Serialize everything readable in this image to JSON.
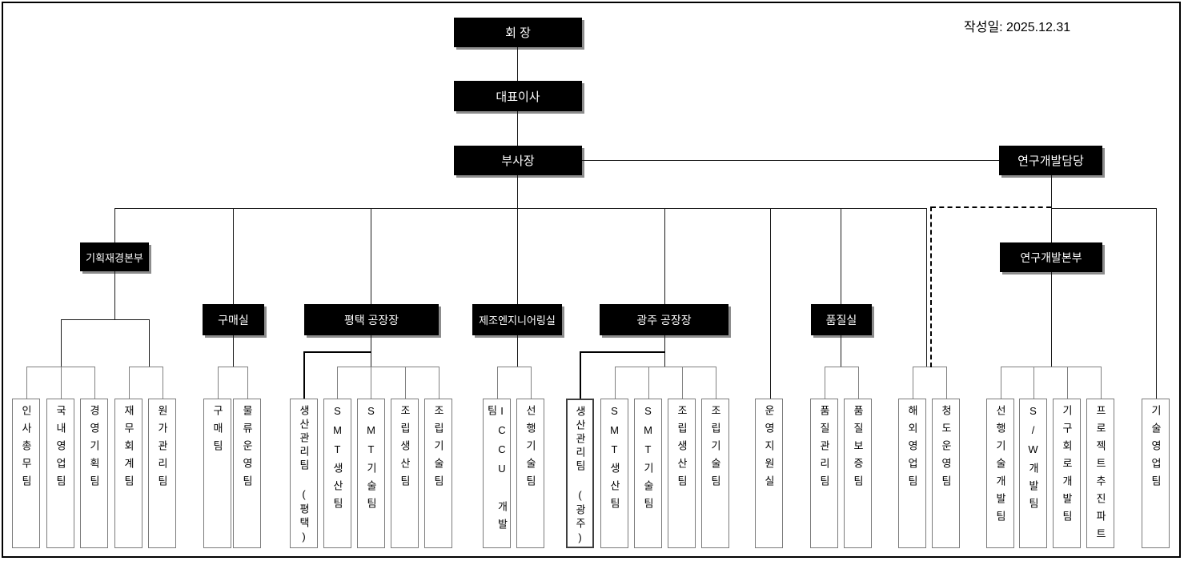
{
  "meta": {
    "date": "작성일: 2025.12.31"
  },
  "executives": {
    "chairman": "회 장",
    "ceo": "대표이사",
    "vp": "부사장",
    "rnd_director": "연구개발담당"
  },
  "departments": [
    {
      "label": "기획재경본부",
      "parent": "부사장"
    },
    {
      "label": "구매실",
      "parent": "부사장"
    },
    {
      "label": "평택 공장장",
      "parent": "부사장"
    },
    {
      "label": "제조엔지니어링실",
      "parent": "부사장"
    },
    {
      "label": "광주 공장장",
      "parent": "부사장"
    },
    {
      "label": "품질실",
      "parent": "부사장"
    },
    {
      "label": "연구개발본부",
      "parent": "연구개발담당"
    }
  ],
  "teams": [
    {
      "label": "인사총무팀",
      "parent": "기획재경본부"
    },
    {
      "label": "국내영업팀",
      "parent": "기획재경본부"
    },
    {
      "label": "경영기획팀",
      "parent": "기획재경본부"
    },
    {
      "label": "재무회계팀",
      "parent": "기획재경본부"
    },
    {
      "label": "원가관리팀",
      "parent": "기획재경본부"
    },
    {
      "label": "구매팀",
      "parent": "구매실"
    },
    {
      "label": "물류운영팀",
      "parent": "구매실"
    },
    {
      "label": "생산관리팀 (평택)",
      "parent": "평택 공장장"
    },
    {
      "label": "SMT생산팀",
      "parent": "평택 공장장"
    },
    {
      "label": "SMT기술팀",
      "parent": "평택 공장장"
    },
    {
      "label": "조립생산팀",
      "parent": "평택 공장장"
    },
    {
      "label": "조립기술팀",
      "parent": "평택 공장장"
    },
    {
      "label": "ICCU 개발팀",
      "parent": "제조엔지니어링실"
    },
    {
      "label": "선행기술팀",
      "parent": "제조엔지니어링실"
    },
    {
      "label": "생산관리팀 (광주)",
      "parent": "광주 공장장"
    },
    {
      "label": "SMT생산팀",
      "parent": "광주 공장장"
    },
    {
      "label": "SMT기술팀",
      "parent": "광주 공장장"
    },
    {
      "label": "조립생산팀",
      "parent": "광주 공장장"
    },
    {
      "label": "조립기술팀",
      "parent": "광주 공장장"
    },
    {
      "label": "운영지원실",
      "parent": "부사장"
    },
    {
      "label": "품질관리팀",
      "parent": "품질실"
    },
    {
      "label": "품질보증팀",
      "parent": "품질실"
    },
    {
      "label": "해외영업팀",
      "parent": "부사장"
    },
    {
      "label": "청도운영팀",
      "parent": "부사장"
    },
    {
      "label": "선행기술개발팀",
      "parent": "연구개발본부"
    },
    {
      "label": "S/W개발팀",
      "parent": "연구개발본부"
    },
    {
      "label": "기구회로개발팀",
      "parent": "연구개발본부"
    },
    {
      "label": "프로젝트추진파트",
      "parent": "연구개발본부"
    },
    {
      "label": "기술영업팀",
      "parent": "연구개발담당"
    }
  ],
  "dashed_reporting": {
    "from": "연구개발담당",
    "to": [
      "해외영업팀",
      "청도운영팀"
    ]
  }
}
